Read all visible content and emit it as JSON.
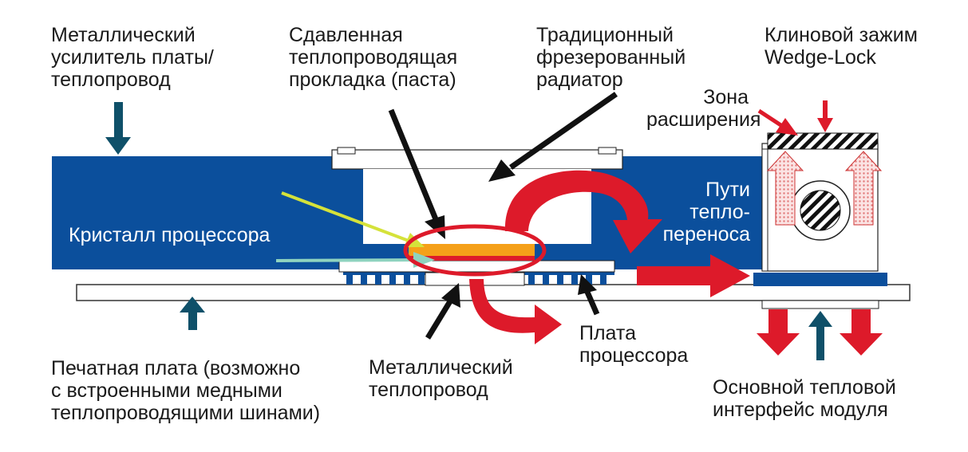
{
  "labels": {
    "metal_stiffener": [
      "Металлический",
      "усилитель платы/",
      "теплопровод"
    ],
    "pressed_pad": [
      "Сдавленная",
      "теплопроводящая",
      "прокладка (паста)"
    ],
    "milled_radiator": [
      "Традиционный",
      "фрезерованный",
      "радиатор"
    ],
    "wedge_lock": [
      "Клиновой зажим",
      "Wedge-Lock"
    ],
    "expansion_zone": [
      "Зона",
      "расширения"
    ],
    "heat_paths": [
      "Пути",
      "тепло-",
      "переноса"
    ],
    "cpu_die": "Кристалл процессора",
    "pcb": [
      "Печатная плата (возможно",
      "с встроенными медными",
      "теплопроводящими шинами)"
    ],
    "metal_heatpipe": [
      "Металлический",
      "теплопровод"
    ],
    "cpu_board": [
      "Плата",
      "процессора"
    ],
    "module_interface": [
      "Основной тепловой",
      "интерфейс модуля"
    ]
  },
  "colors": {
    "board_blue": "#0b4f9c",
    "dark_arrow": "#0f5069",
    "heat_red": "#dd1a2a",
    "die_orange": "#f5a019",
    "yellow_green_arrow": "#d5e23a",
    "mint_arrow": "#8fd3bf",
    "pink_arrow": "#f6b7b7"
  }
}
